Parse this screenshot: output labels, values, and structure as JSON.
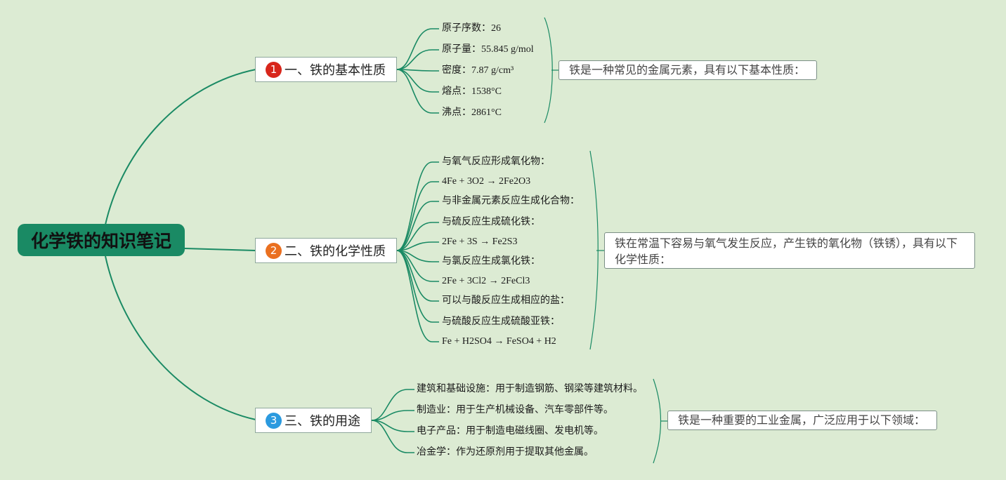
{
  "colors": {
    "background": "#dcebd3",
    "root_fill": "#1a8a64",
    "line": "#1a8a64",
    "badge1": "#d8261b",
    "badge2": "#ea7020",
    "badge3": "#2b9adf"
  },
  "root": {
    "title": "化学铁的知识笔记"
  },
  "branches": [
    {
      "num": "1",
      "title": "一、铁的基本性质",
      "items": [
        "原子序数：26",
        "原子量：55.845 g/mol",
        "密度：7.87 g/cm³",
        "熔点：1538°C",
        "沸点：2861°C"
      ],
      "summary": "铁是一种常见的金属元素，具有以下基本性质："
    },
    {
      "num": "2",
      "title": "二、铁的化学性质",
      "items": [
        "与氧气反应形成氧化物：",
        "4Fe + 3O2 → 2Fe2O3",
        "与非金属元素反应生成化合物：",
        "与硫反应生成硫化铁：",
        "2Fe + 3S → Fe2S3",
        "与氯反应生成氯化铁：",
        "2Fe + 3Cl2 → 2FeCl3",
        "可以与酸反应生成相应的盐：",
        "与硫酸反应生成硫酸亚铁：",
        "Fe + H2SO4 → FeSO4 + H2"
      ],
      "summary": "铁在常温下容易与氧气发生反应，产生铁的氧化物（铁锈），具有以下化学性质："
    },
    {
      "num": "3",
      "title": "三、铁的用途",
      "items": [
        "建筑和基础设施：用于制造钢筋、钢梁等建筑材料。",
        "制造业：用于生产机械设备、汽车零部件等。",
        "电子产品：用于制造电磁线圈、发电机等。",
        "冶金学：作为还原剂用于提取其他金属。"
      ],
      "summary": "铁是一种重要的工业金属，广泛应用于以下领域："
    }
  ]
}
